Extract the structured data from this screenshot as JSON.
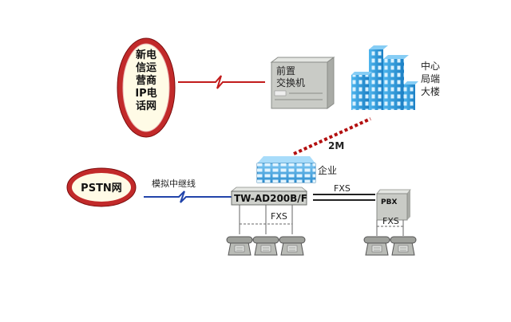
{
  "nodes": {
    "telecom_ip_network": "新电\n信运\n营商\nIP电\n话网",
    "pstn_network": "PSTN网",
    "front_switch": "前置\n交换机",
    "central_office": "中心\n局端\n大楼",
    "enterprise": "企业",
    "gateway": "TW-AD200B/F",
    "pbx": "PBX"
  },
  "links": {
    "bandwidth": "2M",
    "analog_trunk": "模拟中继线",
    "fxs_gateway_pbx": "FXS",
    "fxs_gateway_phones": "FXS",
    "fxs_pbx_phones": "FXS"
  },
  "colors": {
    "ellipse_ring": "#a31515",
    "ellipse_fill": "#fffbe6",
    "building": "#3aa0dd",
    "dotted_link": "#b31010",
    "trunk_line": "#2244aa",
    "device_grey": "#c9cbc6"
  }
}
